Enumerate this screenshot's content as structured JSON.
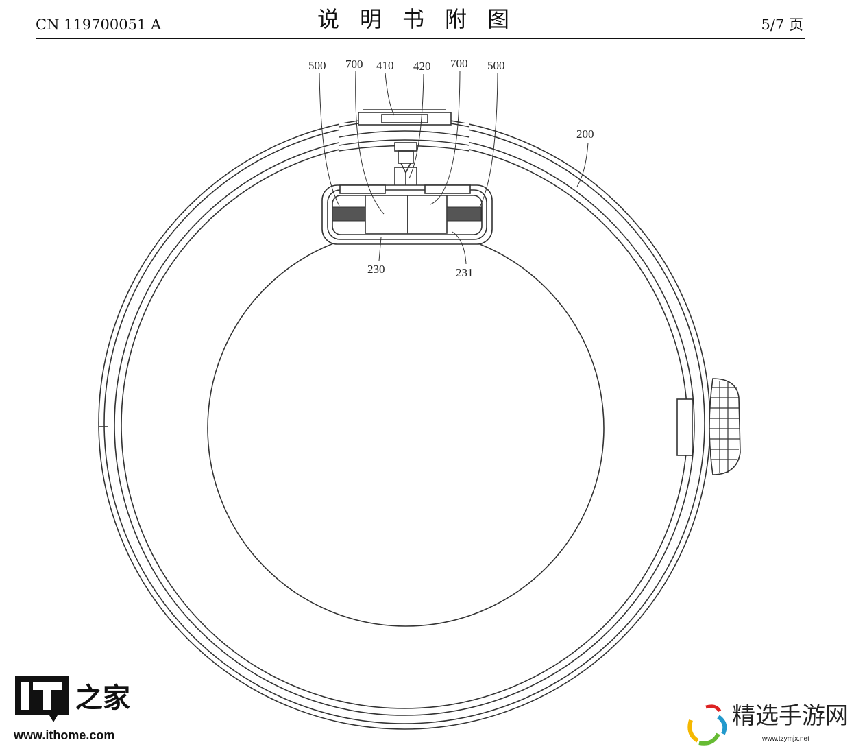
{
  "header": {
    "publication_number": "CN 119700051 A",
    "title": "说明书附图",
    "page": "5/7 页"
  },
  "figure": {
    "labels": [
      "500",
      "700",
      "410",
      "420",
      "700",
      "500",
      "200",
      "230",
      "231"
    ]
  },
  "watermarks": {
    "ithome": {
      "logo_text": "IT之家",
      "url": "www.ithome.com"
    },
    "tzymjx": {
      "name": "精选手游网",
      "url": "www.tzymjx.net"
    }
  }
}
